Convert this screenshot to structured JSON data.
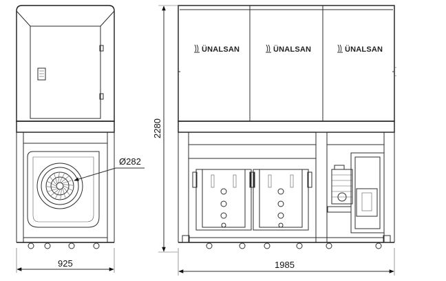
{
  "drawing": {
    "dimensions": {
      "side_width": "925",
      "front_width": "1985",
      "height": "2280",
      "fan_diameter": "Ø282"
    },
    "panels": [
      {
        "brand": "ÜNALSAN"
      },
      {
        "brand": "ÜNALSAN"
      },
      {
        "brand": "ÜNALSAN"
      }
    ]
  }
}
